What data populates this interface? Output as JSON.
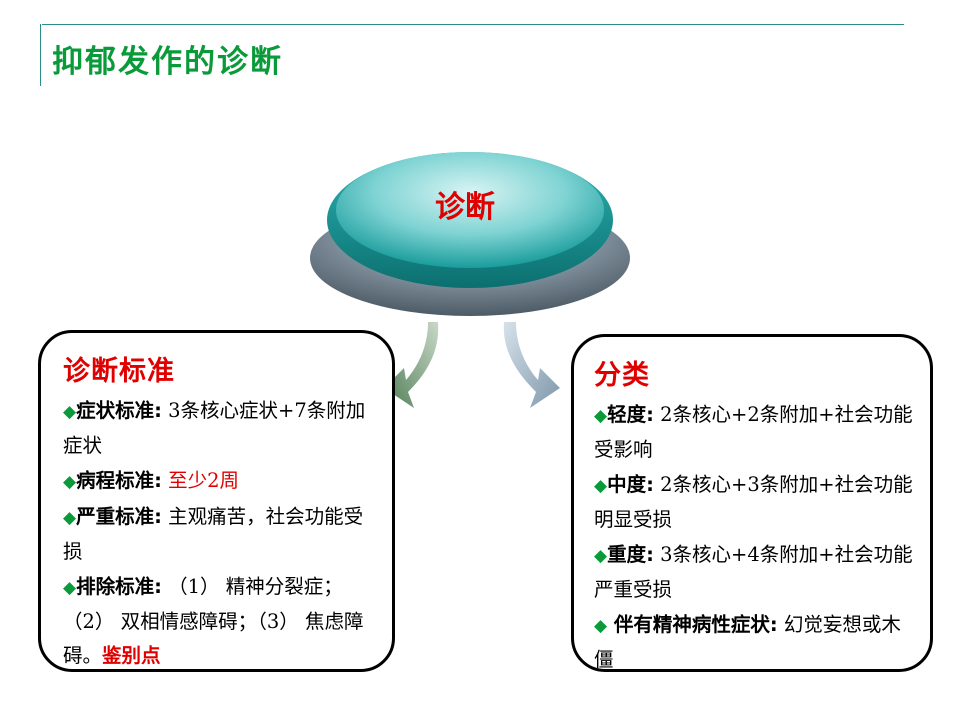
{
  "slide": {
    "title": "抑郁发作的诊断"
  },
  "hub": {
    "label": "诊断"
  },
  "left_box": {
    "heading": "诊断标准",
    "items": [
      {
        "label": "症状标准",
        "separator": ":",
        "text": " 3条核心症状+7条附加症状"
      },
      {
        "label": "病程标准",
        "separator": ":",
        "highlight": " 至少2周"
      },
      {
        "label": "严重标准",
        "separator": ":",
        "text": " 主观痛苦，社会功能受损"
      },
      {
        "label": "排除标准",
        "separator": ":",
        "text": " （1） 精神分裂症；（2） 双相情感障碍；（3） 焦虑障碍。",
        "highlight": "鉴别点"
      }
    ]
  },
  "right_box": {
    "heading": "分类",
    "items": [
      {
        "label": "轻度",
        "separator": ":",
        "text": " 2条核心+2条附加+社会功能受影响"
      },
      {
        "label": "中度",
        "separator": ":",
        "text": " 2条核心+3条附加+社会功能明显受损"
      },
      {
        "label": "重度",
        "separator": ":",
        "text": " 3条核心+4条附加+社会功能严重受损"
      },
      {
        "label": " 伴有精神病性症状",
        "separator": ":",
        "text": " 幻觉妄想或木僵"
      }
    ]
  },
  "colors": {
    "title": "#0a9a3a",
    "accent_red": "#e00000",
    "hub_teal": "#1fa7a7",
    "hub_base": "#6f7f8c",
    "arrow_left": "#5f8a5f",
    "arrow_right": "#8aa3b5",
    "rule": "#2e8b8b"
  },
  "icons": {
    "bullet": "diamond-bullet-icon",
    "bullet_glyph": "◆"
  }
}
